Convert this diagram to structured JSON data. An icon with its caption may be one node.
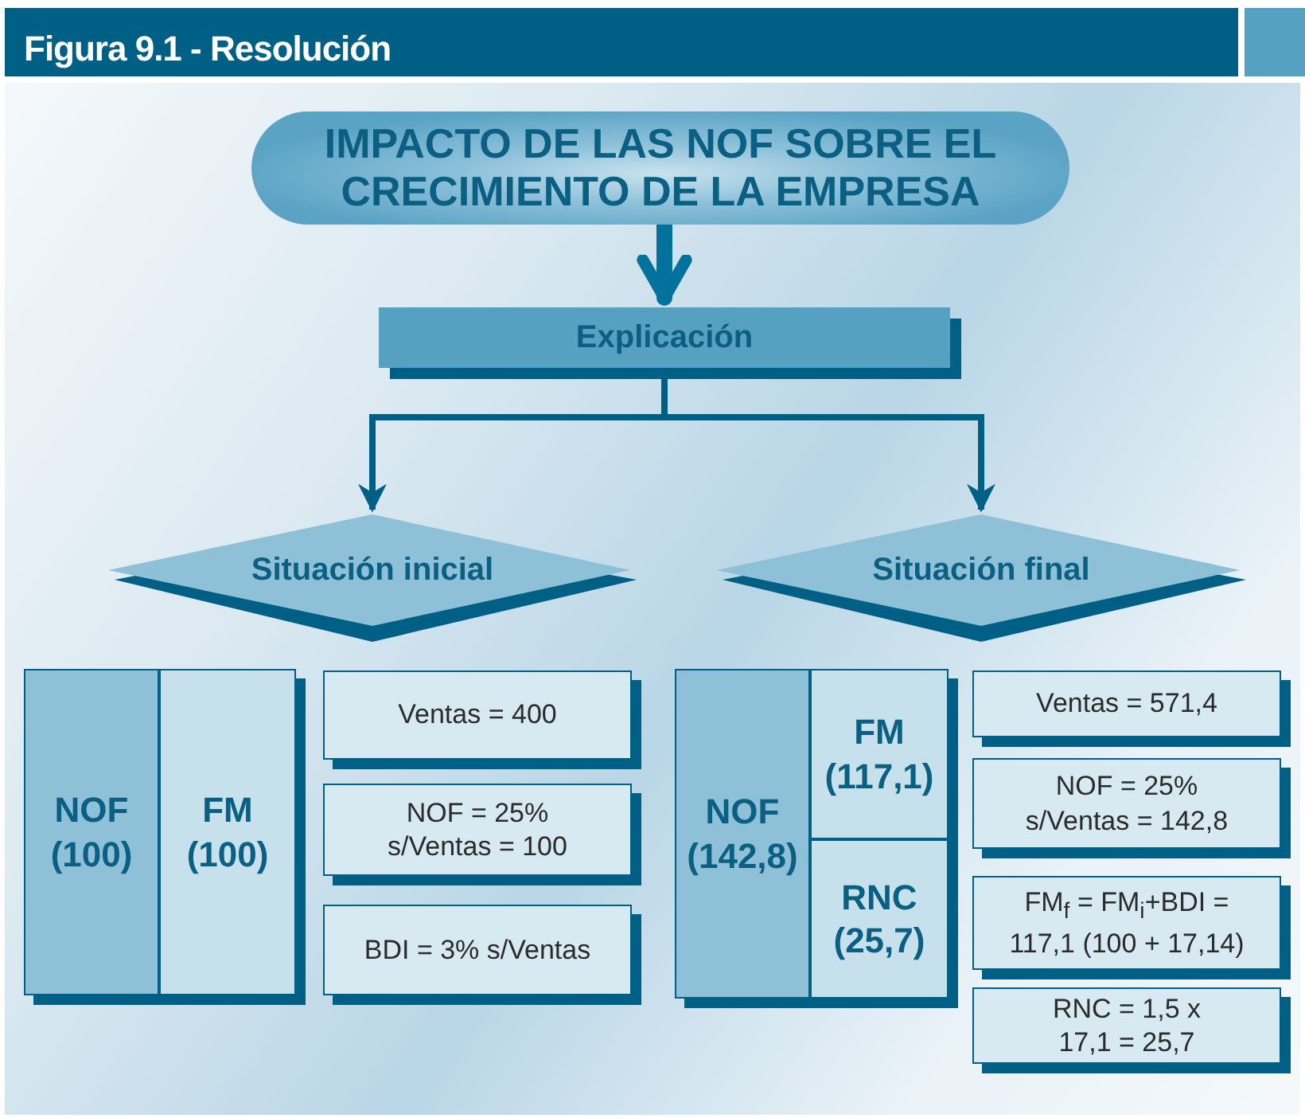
{
  "diagram": {
    "title": "Figura 9.1 - Resolución",
    "nodes": [
      {
        "text": [
          "IMPACTO DE LAS NOF SOBRE EL CRECIMIENTO DE LA EMPRESA"
        ]
      },
      {
        "text": [
          "Explicación"
        ]
      },
      {
        "text": [
          "Situación inicial"
        ]
      },
      {
        "text": [
          "Situación final"
        ]
      },
      {
        "text": [
          "NOF",
          "(100)"
        ]
      },
      {
        "text": [
          "FM",
          "(100)"
        ]
      },
      {
        "text": [
          "Ventas = 400"
        ]
      },
      {
        "text": [
          "NOF = 25% s/Ventas = 100"
        ]
      },
      {
        "text": [
          "BDI = 3% s/Ventas"
        ]
      },
      {
        "text": [
          "NOF",
          "(142,8)"
        ]
      },
      {
        "text": [
          "FM",
          "(117,1)"
        ]
      },
      {
        "text": [
          "RNC",
          "(25,7)"
        ]
      },
      {
        "text": [
          "Ventas = 571,4"
        ]
      },
      {
        "text": [
          "NOF = 25% s/Ventas = 142,8"
        ]
      },
      {
        "text": [
          "FM$_{f}$ = FM$_{i}$+BDI = 117,1 (100 + 17,14)"
        ]
      },
      {
        "text": [
          "RNC = 1,5 x 17,1 = 25,7"
        ]
      }
    ],
    "edges": [
      {
        "from": 0,
        "to": 1,
        "arrow": "to",
        "style": "thick"
      },
      {
        "from": 1,
        "to": 2,
        "arrow": "to"
      },
      {
        "from": 1,
        "to": 3,
        "arrow": "to"
      }
    ]
  }
}
